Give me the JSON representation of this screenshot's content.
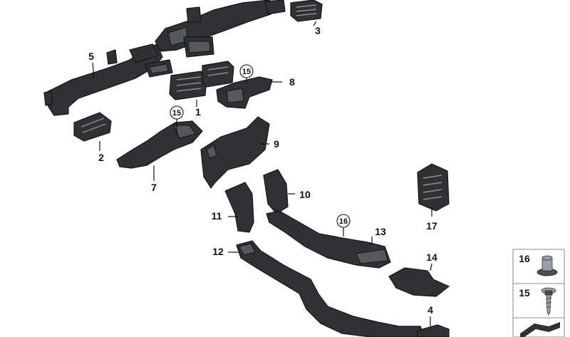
{
  "callouts": {
    "c1": "1",
    "c2": "2",
    "c3": "3",
    "c4": "4",
    "c5": "5",
    "c7": "7",
    "c8": "8",
    "c9": "9",
    "c10": "10",
    "c11": "11",
    "c12": "12",
    "c13": "13",
    "c14": "14",
    "c17": "17",
    "c15a": "15",
    "c15b": "15",
    "c16": "16"
  },
  "legend": {
    "item16": "16",
    "item15": "15"
  },
  "colors": {
    "part": "#2f3134",
    "outline": "#141516",
    "background": "#ffffff"
  }
}
